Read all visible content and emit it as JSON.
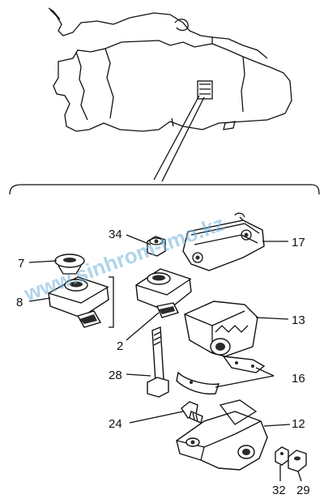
{
  "diagram": {
    "callouts": [
      {
        "id": "c34",
        "text": "34"
      },
      {
        "id": "c17",
        "text": "17"
      },
      {
        "id": "c7",
        "text": "7"
      },
      {
        "id": "c8",
        "text": "8"
      },
      {
        "id": "c13",
        "text": "13"
      },
      {
        "id": "c2",
        "text": "2"
      },
      {
        "id": "c28",
        "text": "28"
      },
      {
        "id": "c16",
        "text": "16"
      },
      {
        "id": "c24",
        "text": "24"
      },
      {
        "id": "c12",
        "text": "12"
      },
      {
        "id": "c32",
        "text": "32"
      },
      {
        "id": "c29",
        "text": "29"
      }
    ],
    "watermark": "www.sinhrom-tmo.kz"
  }
}
